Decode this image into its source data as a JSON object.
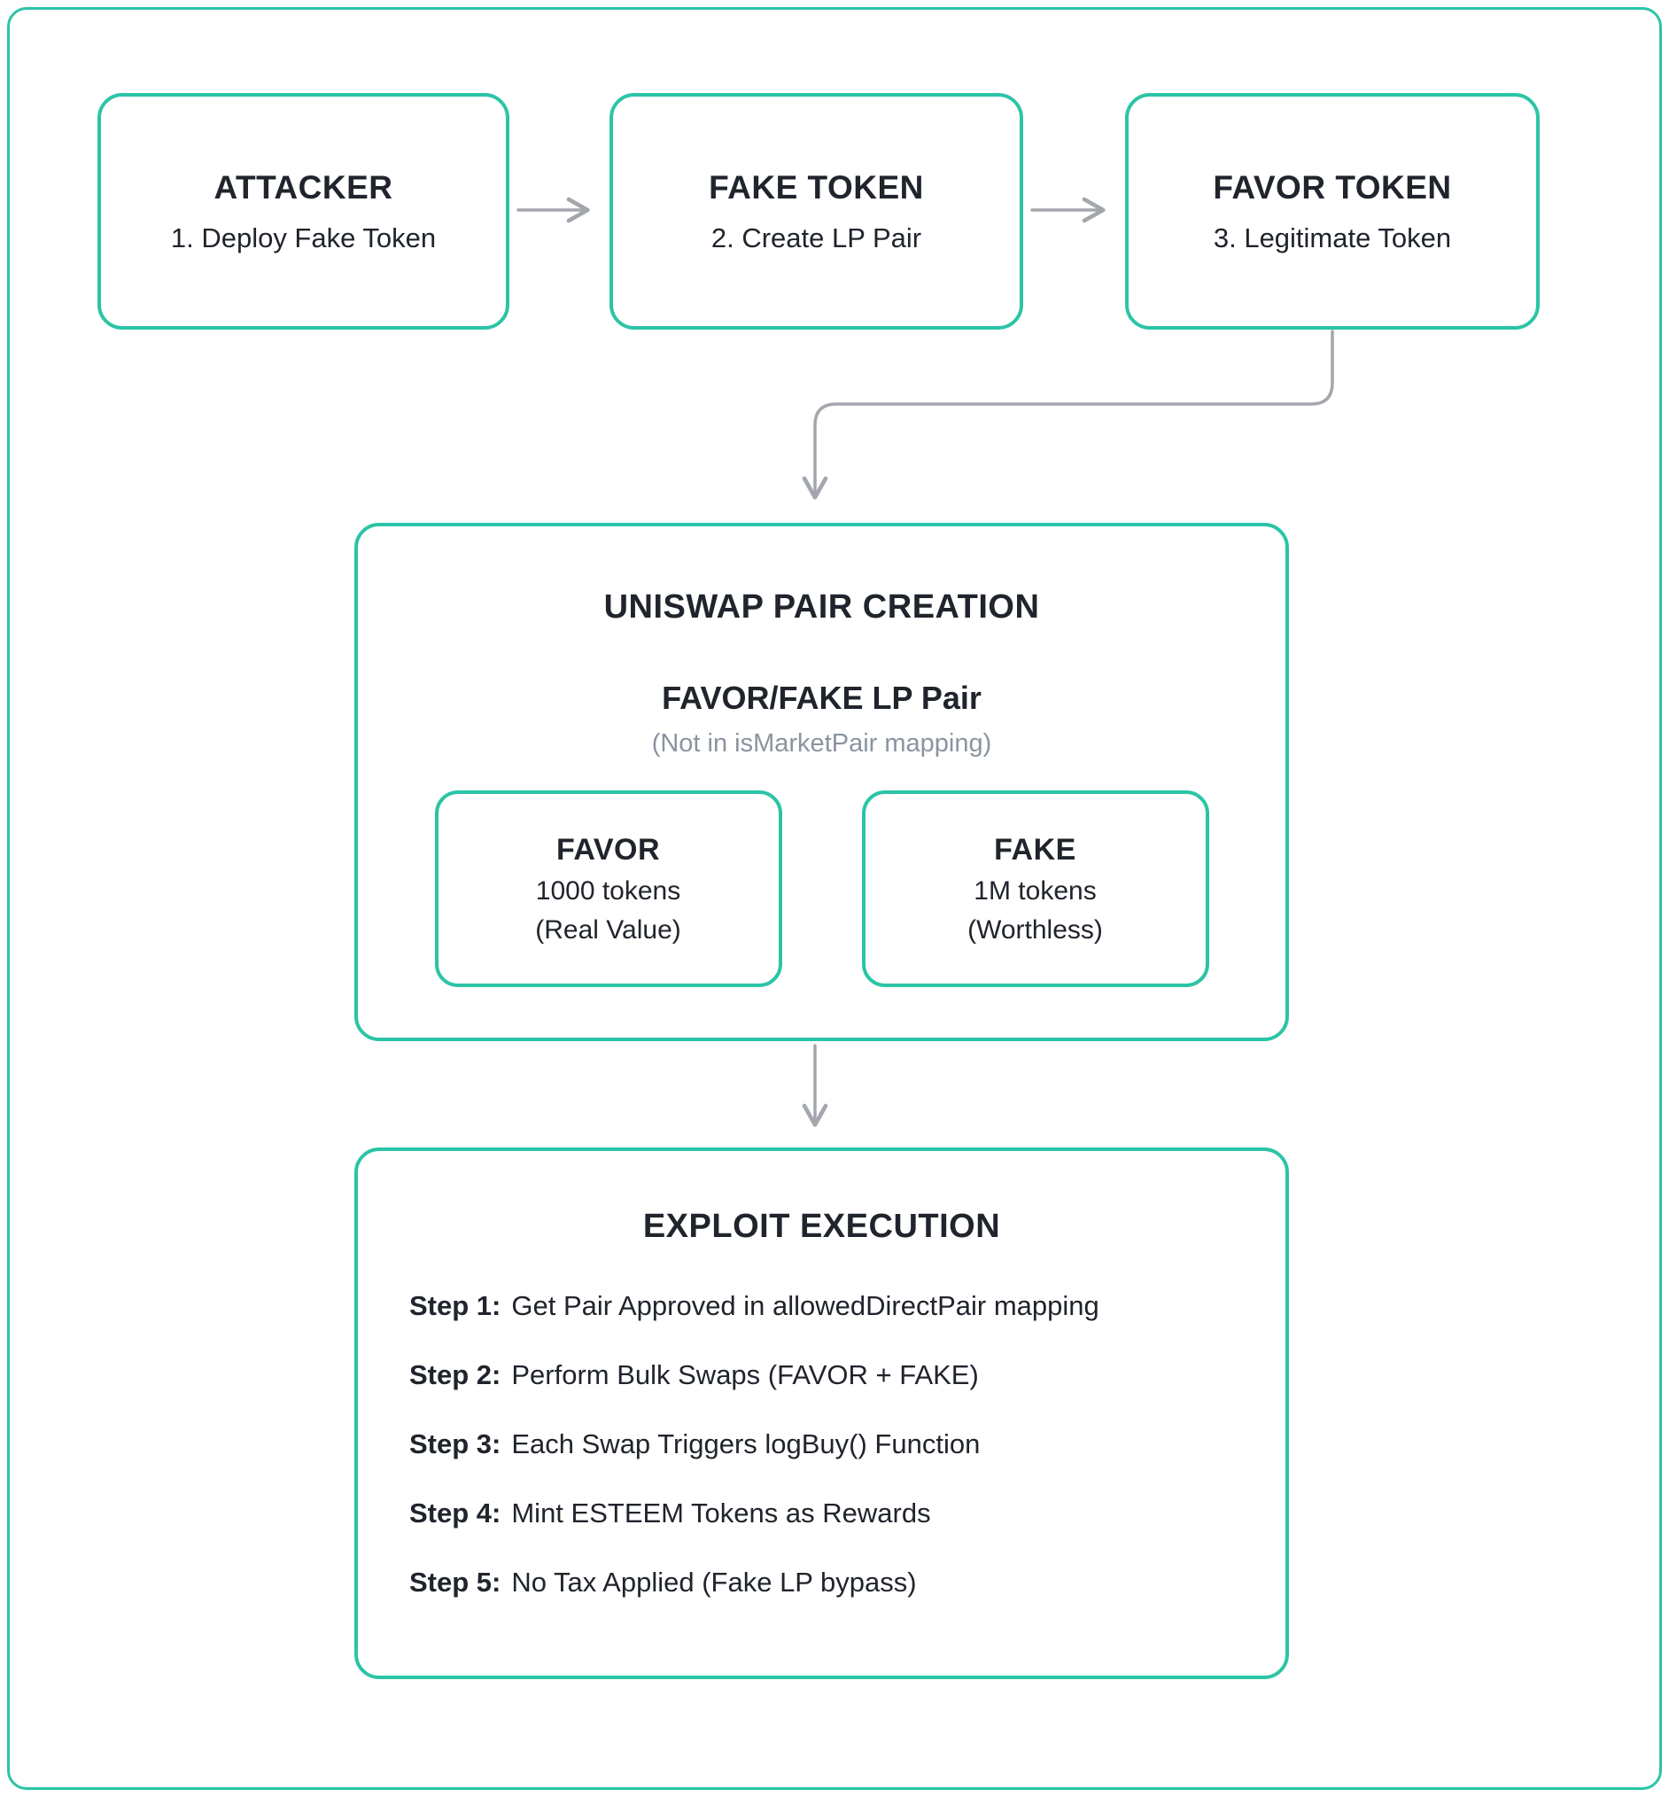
{
  "colors": {
    "accent": "#2bc4a6",
    "arrow": "#a3a7ad",
    "text": "#20242c",
    "muted": "#8a94a0",
    "background": "#ffffff"
  },
  "top_boxes": [
    {
      "title": "ATTACKER",
      "subtitle": "1.  Deploy Fake Token"
    },
    {
      "title": "FAKE TOKEN",
      "subtitle": "2.  Create LP Pair"
    },
    {
      "title": "FAVOR TOKEN",
      "subtitle": "3.  Legitimate Token"
    }
  ],
  "uniswap_box": {
    "title": "UNISWAP PAIR CREATION",
    "pair_title": "FAVOR/FAKE LP Pair",
    "pair_note": "(Not in isMarketPair mapping)",
    "tokens": [
      {
        "name": "FAVOR",
        "amount": "1000 tokens",
        "note": "(Real Value)"
      },
      {
        "name": "FAKE",
        "amount": "1M tokens",
        "note": "(Worthless)"
      }
    ]
  },
  "exploit_box": {
    "title": "EXPLOIT EXECUTION",
    "steps": [
      {
        "label": "Step 1:",
        "text": "Get Pair Approved in allowedDirectPair mapping"
      },
      {
        "label": "Step 2:",
        "text": "Perform Bulk Swaps (FAVOR + FAKE)"
      },
      {
        "label": "Step 3:",
        "text": "Each Swap Triggers logBuy() Function"
      },
      {
        "label": "Step 4:",
        "text": "Mint ESTEEM Tokens as Rewards"
      },
      {
        "label": "Step 5:",
        "text": "No Tax Applied (Fake LP bypass)"
      }
    ]
  }
}
